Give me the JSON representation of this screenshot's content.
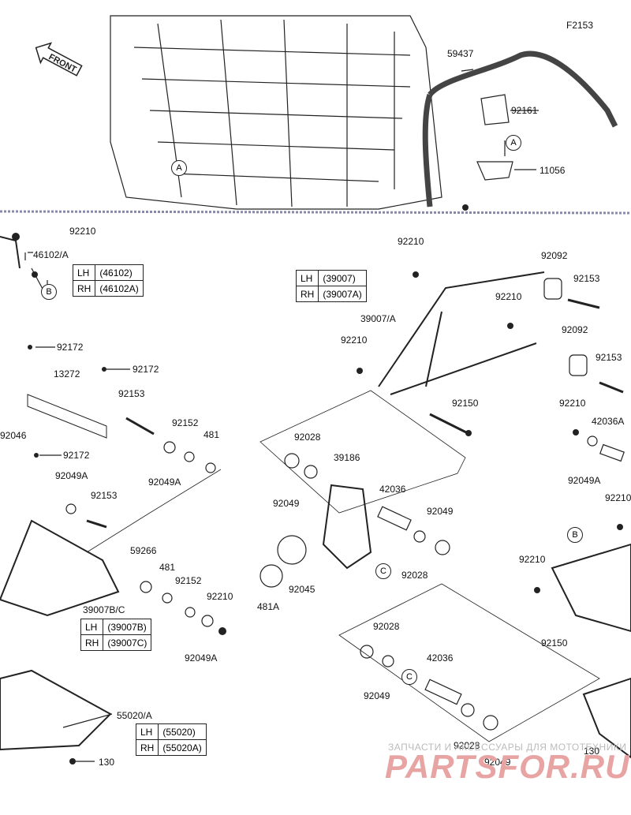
{
  "code": "F2153",
  "front_label": "FRONT",
  "labels": [
    "59437",
    "92161",
    "11056",
    "92210",
    "46102/A",
    "92210",
    "92092",
    "92153",
    "39007/A",
    "92210",
    "92092",
    "92210",
    "92153",
    "92150",
    "92210",
    "42036A",
    "92172",
    "13272",
    "92172",
    "92153",
    "92152",
    "481",
    "92046",
    "92172",
    "92049A",
    "92153",
    "92049A",
    "92028",
    "39186",
    "42036",
    "92049",
    "92049",
    "92028",
    "92045",
    "481A",
    "59266",
    "481",
    "92152",
    "92210",
    "39007B/C",
    "92049A",
    "92210",
    "92150",
    "92028",
    "42036",
    "92049",
    "92028",
    "92049",
    "55020/A",
    "130",
    "130",
    "92049A",
    "92210"
  ],
  "callouts": [
    "A",
    "A",
    "B",
    "C",
    "C",
    "B"
  ],
  "tables": [
    {
      "rows": [
        [
          "LH",
          "(46102)"
        ],
        [
          "RH",
          "(46102A)"
        ]
      ]
    },
    {
      "rows": [
        [
          "LH",
          "(39007)"
        ],
        [
          "RH",
          "(39007A)"
        ]
      ]
    },
    {
      "rows": [
        [
          "LH",
          "(39007B)"
        ],
        [
          "RH",
          "(39007C)"
        ]
      ]
    },
    {
      "rows": [
        [
          "LH",
          "(55020)"
        ],
        [
          "RH",
          "(55020A)"
        ]
      ]
    }
  ],
  "watermark_text": "ЗАПЧАСТИ И АКСЕССУАРЫ ДЛЯ МОТОТЕХНИКИ",
  "watermark_logo": "PARTSFOR.RU"
}
